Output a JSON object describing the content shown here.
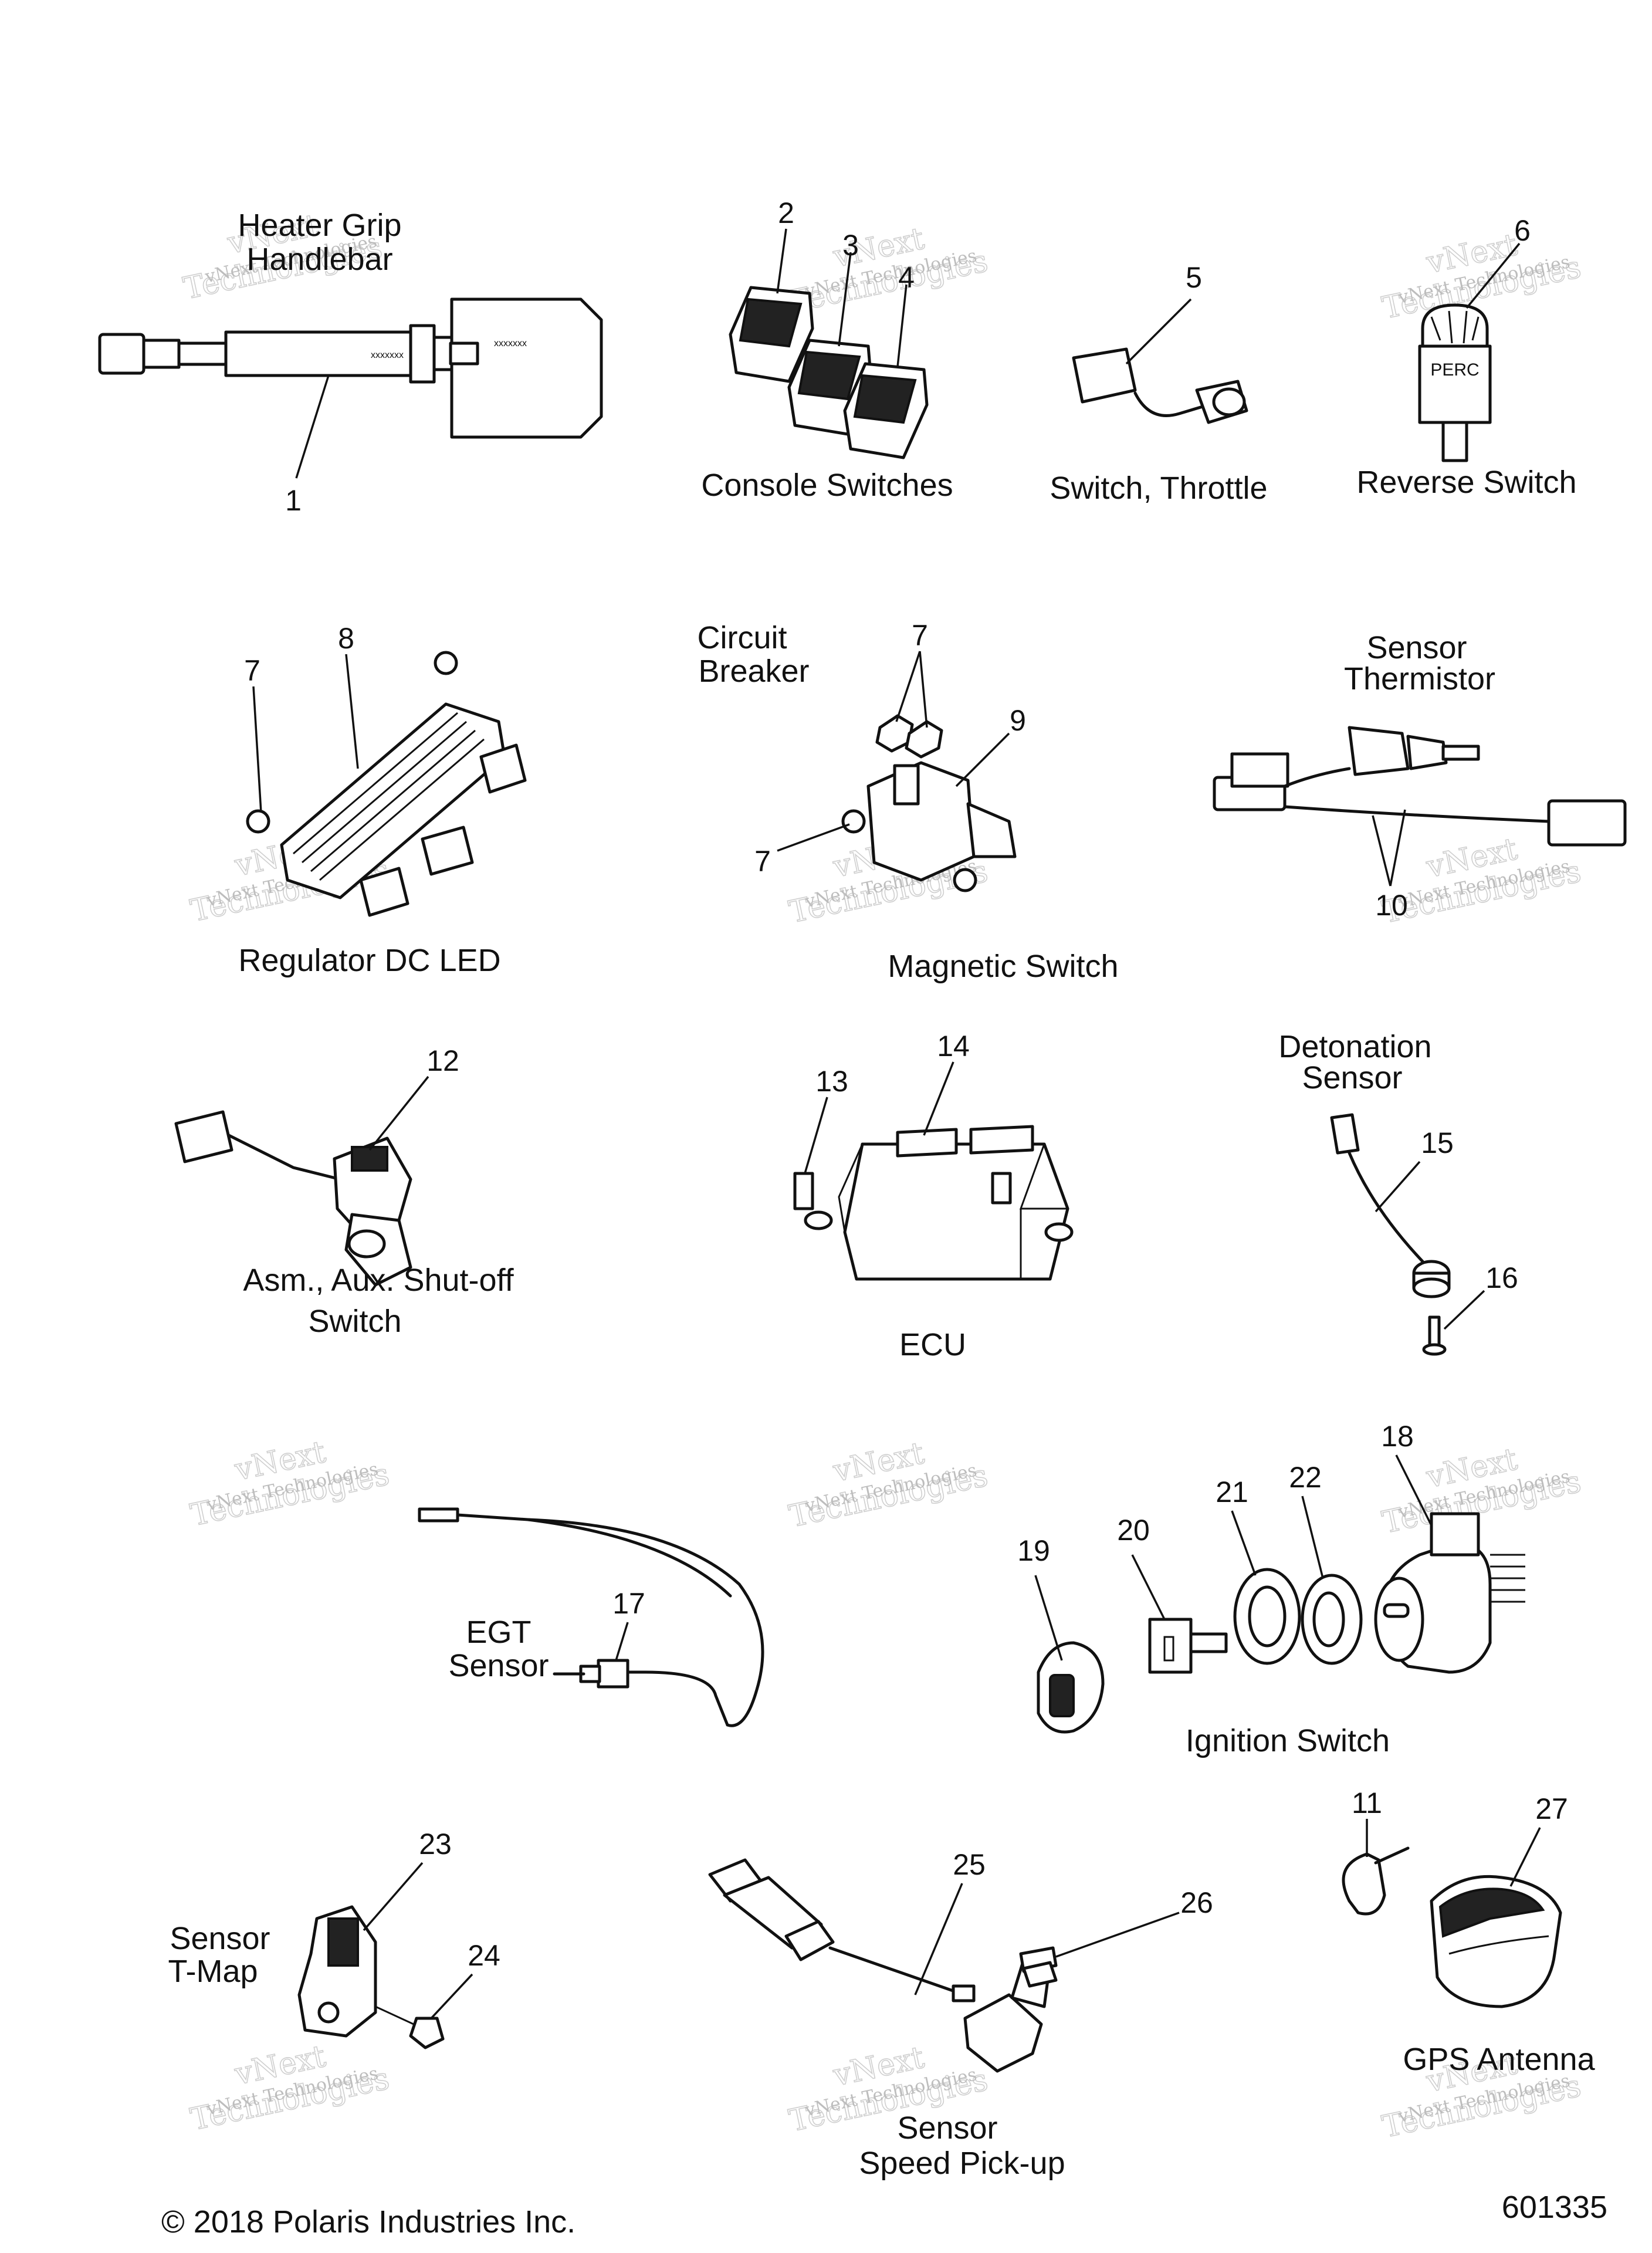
{
  "labels": {
    "heater_grip": [
      "Heater Grip",
      "Handlebar"
    ],
    "console_switches": "Console Switches",
    "switch_throttle": "Switch, Throttle",
    "reverse_switch": "Reverse Switch",
    "circuit_breaker": [
      "Circuit",
      "Breaker"
    ],
    "sensor_thermistor": [
      "Sensor",
      "Thermistor"
    ],
    "regulator": "Regulator DC LED",
    "magnetic_switch": "Magnetic Switch",
    "detonation_sensor": [
      "Detonation",
      "Sensor"
    ],
    "aux_shutoff": [
      "Asm., Aux. Shut-off",
      "Switch"
    ],
    "ecu": "ECU",
    "egt_sensor": [
      "EGT",
      "Sensor"
    ],
    "ignition_switch": "Ignition Switch",
    "sensor_tmap": [
      "Sensor",
      "T-Map"
    ],
    "sensor_speed": [
      "Sensor",
      "Speed Pick-up"
    ],
    "gps_antenna": "GPS Antenna"
  },
  "part_text": {
    "perc": "PERC",
    "grip_code": "xxxxxxx"
  },
  "callouts": {
    "c1": "1",
    "c2": "2",
    "c3": "3",
    "c4": "4",
    "c5": "5",
    "c6": "6",
    "c7a": "7",
    "c7b": "7",
    "c7c": "7",
    "c8": "8",
    "c9": "9",
    "c10": "10",
    "c11": "11",
    "c12": "12",
    "c13": "13",
    "c14": "14",
    "c15": "15",
    "c16": "16",
    "c17": "17",
    "c18": "18",
    "c19": "19",
    "c20": "20",
    "c21": "21",
    "c22": "22",
    "c23": "23",
    "c24": "24",
    "c25": "25",
    "c26": "26",
    "c27": "27"
  },
  "watermark": {
    "brand": "vNext Technologies",
    "word1": "vNext",
    "word2": "Technologies"
  },
  "footer": {
    "copyright": "© 2018 Polaris Industries Inc.",
    "diagram_number": "601335"
  }
}
